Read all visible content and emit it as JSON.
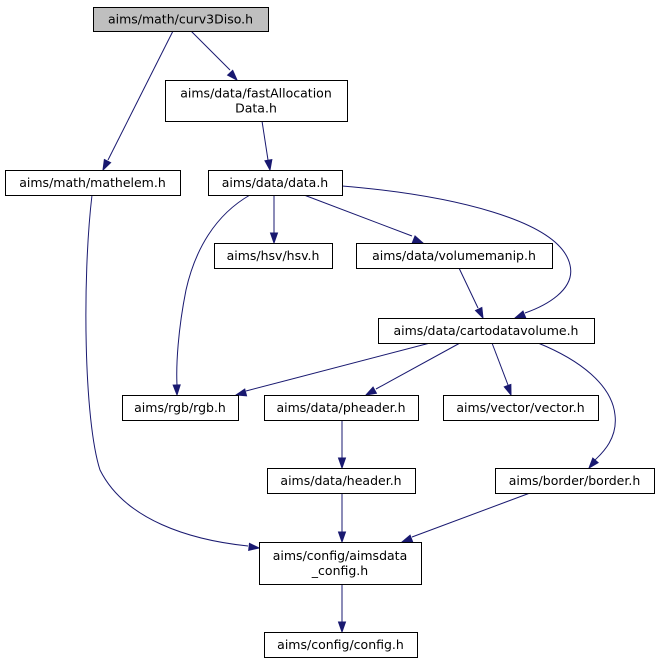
{
  "graph": {
    "nodes": [
      {
        "id": "curv3diso",
        "lines": [
          "aims/math/curv3Diso.h"
        ],
        "root": true
      },
      {
        "id": "fastallocation",
        "lines": [
          "aims/data/fastAllocation",
          "Data.h"
        ]
      },
      {
        "id": "mathelem",
        "lines": [
          "aims/math/mathelem.h"
        ]
      },
      {
        "id": "data",
        "lines": [
          "aims/data/data.h"
        ]
      },
      {
        "id": "hsv",
        "lines": [
          "aims/hsv/hsv.h"
        ]
      },
      {
        "id": "volumemanip",
        "lines": [
          "aims/data/volumemanip.h"
        ]
      },
      {
        "id": "cartodatavolume",
        "lines": [
          "aims/data/cartodatavolume.h"
        ]
      },
      {
        "id": "rgb",
        "lines": [
          "aims/rgb/rgb.h"
        ]
      },
      {
        "id": "pheader",
        "lines": [
          "aims/data/pheader.h"
        ]
      },
      {
        "id": "vector",
        "lines": [
          "aims/vector/vector.h"
        ]
      },
      {
        "id": "header",
        "lines": [
          "aims/data/header.h"
        ]
      },
      {
        "id": "border",
        "lines": [
          "aims/border/border.h"
        ]
      },
      {
        "id": "aimsdata_config",
        "lines": [
          "aims/config/aimsdata",
          "_config.h"
        ]
      },
      {
        "id": "config",
        "lines": [
          "aims/config/config.h"
        ]
      }
    ],
    "edges": [
      {
        "from": "curv3diso",
        "to": "fastallocation"
      },
      {
        "from": "curv3diso",
        "to": "mathelem"
      },
      {
        "from": "fastallocation",
        "to": "data"
      },
      {
        "from": "mathelem",
        "to": "aimsdata_config"
      },
      {
        "from": "data",
        "to": "hsv"
      },
      {
        "from": "data",
        "to": "volumemanip"
      },
      {
        "from": "data",
        "to": "cartodatavolume"
      },
      {
        "from": "data",
        "to": "rgb"
      },
      {
        "from": "volumemanip",
        "to": "cartodatavolume"
      },
      {
        "from": "cartodatavolume",
        "to": "rgb"
      },
      {
        "from": "cartodatavolume",
        "to": "pheader"
      },
      {
        "from": "cartodatavolume",
        "to": "vector"
      },
      {
        "from": "cartodatavolume",
        "to": "border"
      },
      {
        "from": "pheader",
        "to": "header"
      },
      {
        "from": "header",
        "to": "aimsdata_config"
      },
      {
        "from": "border",
        "to": "aimsdata_config"
      },
      {
        "from": "aimsdata_config",
        "to": "config"
      }
    ],
    "colors": {
      "edge": "#191970",
      "root_fill": "#bfbfbf",
      "node_fill": "#ffffff",
      "node_border": "#000000"
    }
  }
}
